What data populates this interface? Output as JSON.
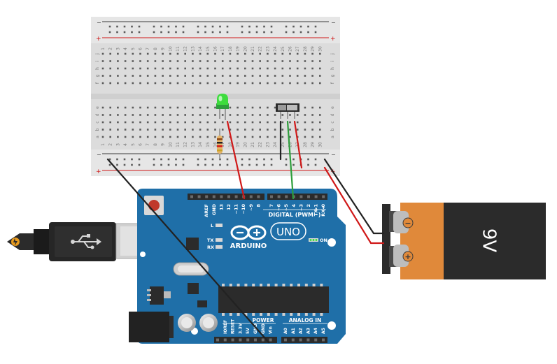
{
  "breadboard": {
    "top_rail_minus": "−",
    "top_rail_plus": "+",
    "bottom_rail_minus": "−",
    "bottom_rail_plus": "+",
    "upper_row_letters": [
      "j",
      "i",
      "h",
      "g",
      "f"
    ],
    "lower_row_letters": [
      "e",
      "d",
      "c",
      "b",
      "a"
    ],
    "column_numbers": [
      "1",
      "2",
      "3",
      "4",
      "5",
      "6",
      "7",
      "8",
      "9",
      "10",
      "11",
      "12",
      "13",
      "14",
      "15",
      "16",
      "17",
      "18",
      "19",
      "20",
      "21",
      "22",
      "23",
      "24",
      "25",
      "26",
      "27",
      "28",
      "29",
      "30"
    ]
  },
  "arduino": {
    "digital_label": "DIGITAL (PWM~)",
    "header_pins": [
      "AREF",
      "GND",
      "13",
      "12",
      "~11",
      "~10",
      "~9",
      "8",
      "7",
      "~6",
      "~5",
      "4",
      "~3",
      "2",
      "TX▸1",
      "RX◂0"
    ],
    "logo_text": "ARDUINO",
    "uno_text": "UNO",
    "on_label": "ON",
    "led_labels": {
      "l": "L",
      "tx": "TX",
      "rx": "RX"
    },
    "power_label": "POWER",
    "analog_label": "ANALOG IN",
    "power_pins": [
      "IOREF",
      "RESET",
      "3.3V",
      "5V",
      "GND",
      "GND",
      "Vin"
    ],
    "analog_pins": [
      "A0",
      "A1",
      "A2",
      "A3",
      "A4",
      "A5"
    ]
  },
  "battery": {
    "voltage_label": "9V",
    "minus_symbol": "−",
    "plus_symbol": "+"
  },
  "colors": {
    "board_blue": "#1f6fa8",
    "battery_orange": "#e0893a",
    "battery_black": "#2b2b2b",
    "wire_red": "#d01818",
    "wire_black": "#222222",
    "wire_green": "#2e9e3c",
    "led_green": "#3ddc3d"
  }
}
